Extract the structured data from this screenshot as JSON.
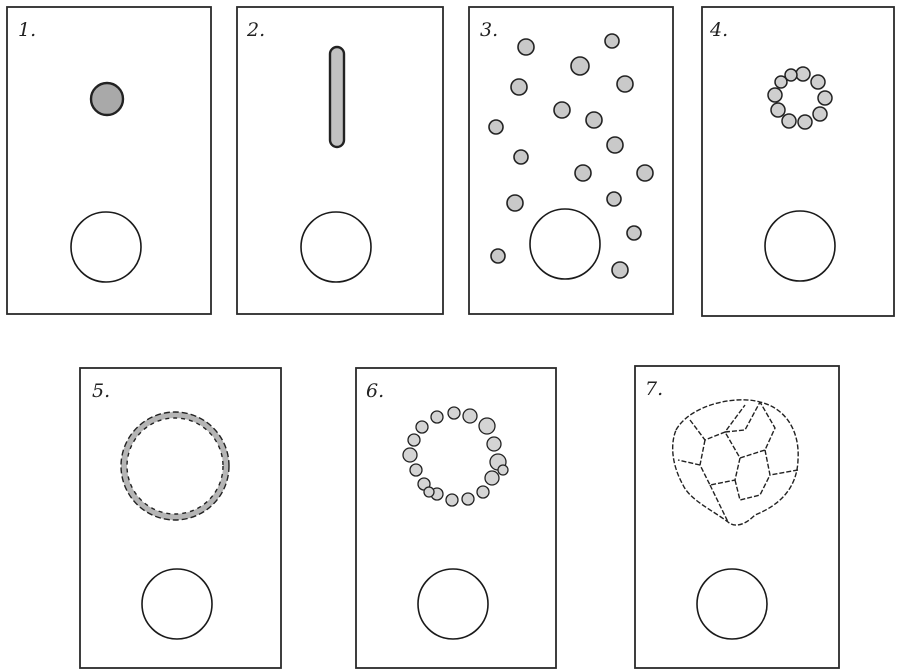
{
  "figure": {
    "panels": [
      {
        "id": "p1",
        "label": "1."
      },
      {
        "id": "p2",
        "label": "2."
      },
      {
        "id": "p3",
        "label": "3."
      },
      {
        "id": "p4",
        "label": "4."
      },
      {
        "id": "p5",
        "label": "5."
      },
      {
        "id": "p6",
        "label": "6."
      },
      {
        "id": "p7",
        "label": "7."
      }
    ],
    "colors": {
      "ink": "#222222",
      "fill_grey": "#bdbdbd",
      "background": "#ffffff"
    }
  }
}
